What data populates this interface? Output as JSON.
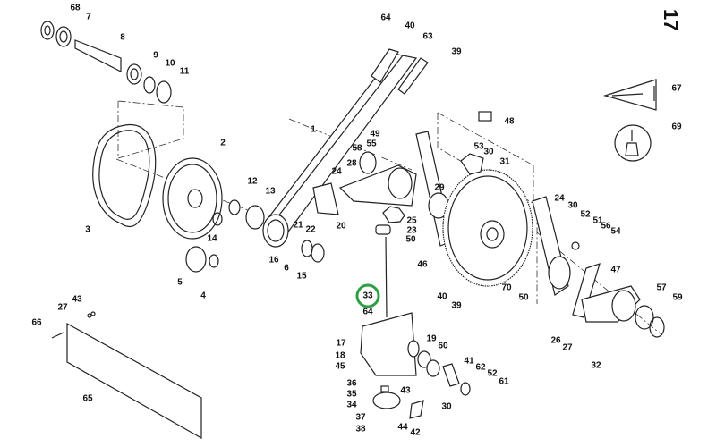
{
  "page_number": "17",
  "highlight_color": "#2ea043",
  "highlighted_callout": "33",
  "callouts": [
    "68",
    "7",
    "8",
    "9",
    "10",
    "11",
    "1",
    "2",
    "12",
    "13",
    "3",
    "14",
    "5",
    "4",
    "16",
    "6",
    "15",
    "21",
    "22",
    "20",
    "58",
    "28",
    "24",
    "64",
    "40",
    "63",
    "39",
    "48",
    "49",
    "55",
    "53",
    "30",
    "31",
    "29",
    "25",
    "23",
    "50",
    "46",
    "24",
    "30",
    "52",
    "51",
    "56",
    "54",
    "70",
    "50",
    "47",
    "57",
    "59",
    "26",
    "27",
    "32",
    "17",
    "18",
    "45",
    "33",
    "64",
    "40",
    "39",
    "19",
    "60",
    "41",
    "62",
    "52",
    "61",
    "36",
    "35",
    "34",
    "37",
    "38",
    "43",
    "44",
    "42",
    "30",
    "43",
    "27",
    "66",
    "65",
    "67",
    "69"
  ]
}
